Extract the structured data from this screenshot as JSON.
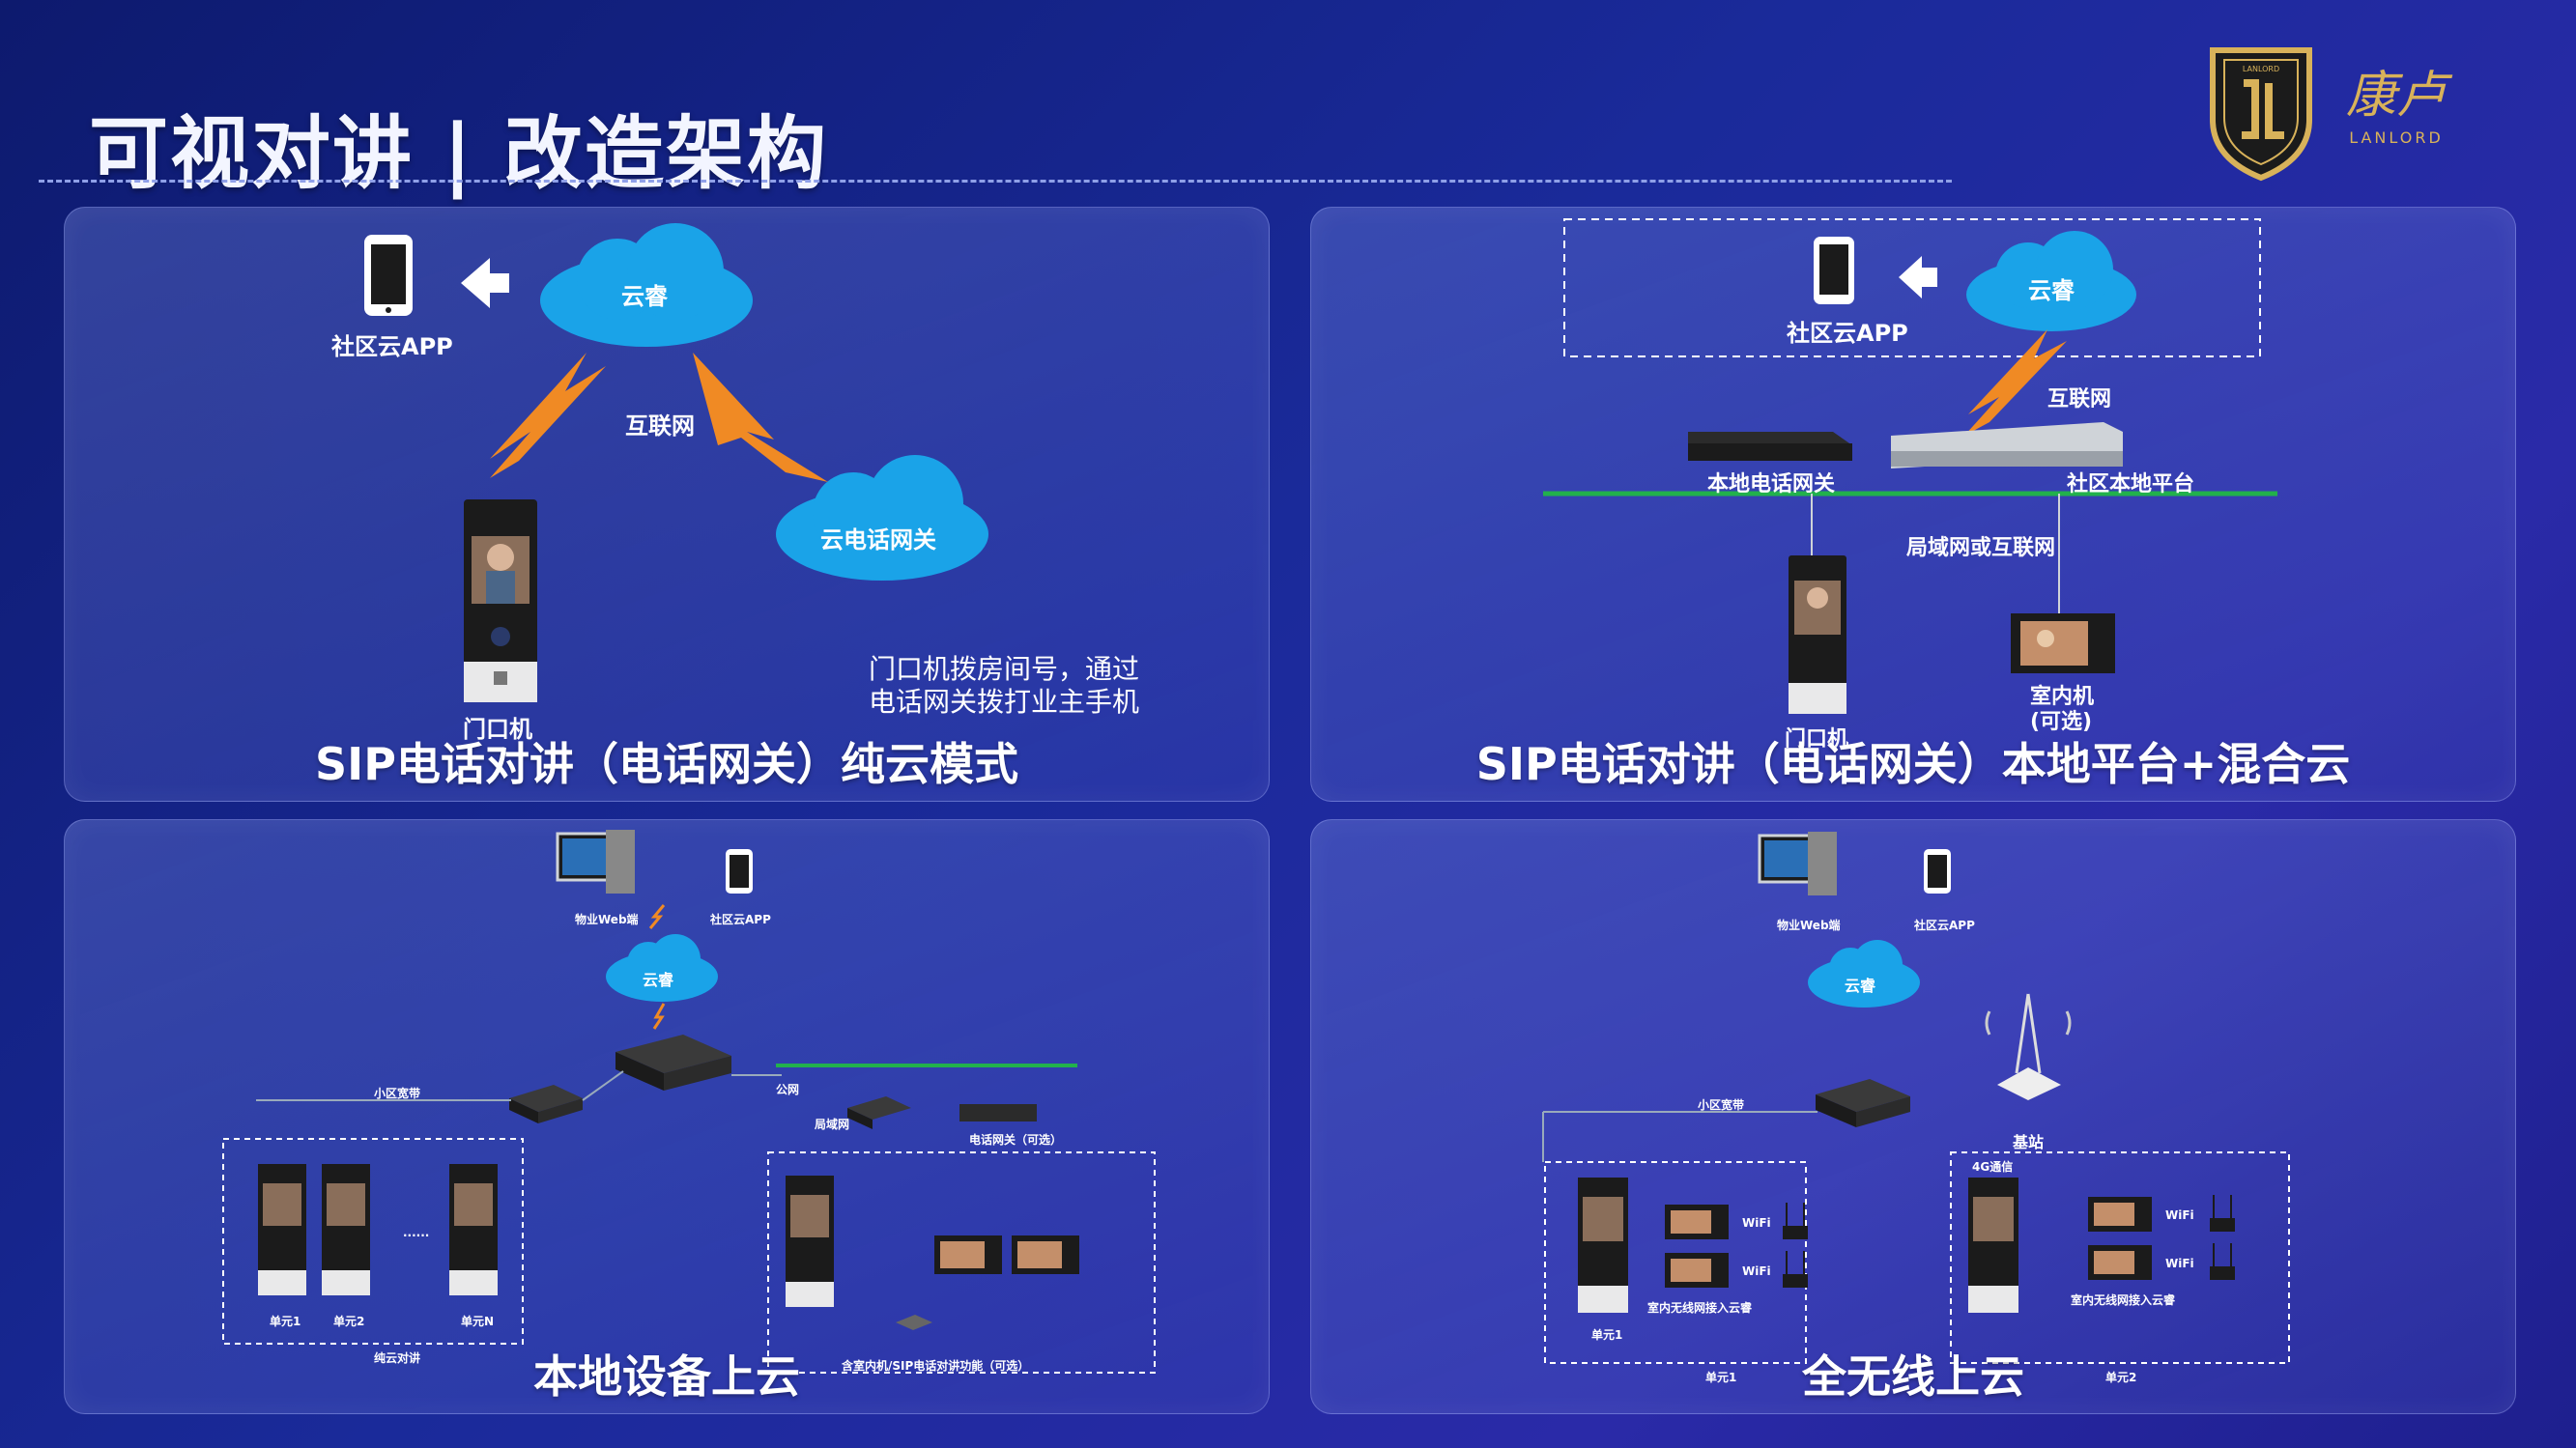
{
  "slide": {
    "title": "可视对讲 | 改造架构",
    "brand": {
      "name_cn": "康卢",
      "name_en": "LANLORD",
      "emblem_text": "LANLORD"
    }
  },
  "panel1": {
    "caption": "SIP电话对讲（电话网关）纯云模式",
    "app": "社区云APP",
    "cloud": "云睿",
    "internet": "互联网",
    "gateway_cloud": "云电话网关",
    "door": "门口机",
    "note_line1": "门口机拨房间号，通过",
    "note_line2": "电话网关拨打业主手机"
  },
  "panel2": {
    "caption": "SIP电话对讲（电话网关）本地平台+混合云",
    "app": "社区云APP",
    "cloud": "云睿",
    "internet": "互联网",
    "local_gateway": "本地电话网关",
    "local_platform": "社区本地平台",
    "lan": "局域网或互联网",
    "door": "门口机",
    "indoor": "室内机",
    "indoor_opt": "(可选)"
  },
  "panel3": {
    "caption": "本地设备上云",
    "web": "物业Web端",
    "app": "社区云APP",
    "cloud": "云睿",
    "broadband": "小区宽带",
    "public": "公网",
    "lan": "局域网",
    "gateway_opt": "电话网关（可选）",
    "units": [
      "单元1",
      "单元2",
      "单元N"
    ],
    "ellipsis": "......",
    "group1": "纯云对讲",
    "group2": "含室内机/SIP电话对讲功能（可选）"
  },
  "panel4": {
    "caption": "全无线上云",
    "web": "物业Web端",
    "app": "社区云APP",
    "cloud": "云睿",
    "broadband": "小区宽带",
    "base": "基站",
    "net4g": "4G通信",
    "wifi": "WiFi",
    "unit_door": "单元1",
    "wireless_note": "室内无线网接入云睿",
    "group1": "单元1",
    "group2": "单元2"
  },
  "colors": {
    "bolt": "#f08a24",
    "cloud": "#1aa3e8",
    "lan_line": "#22b14c"
  }
}
